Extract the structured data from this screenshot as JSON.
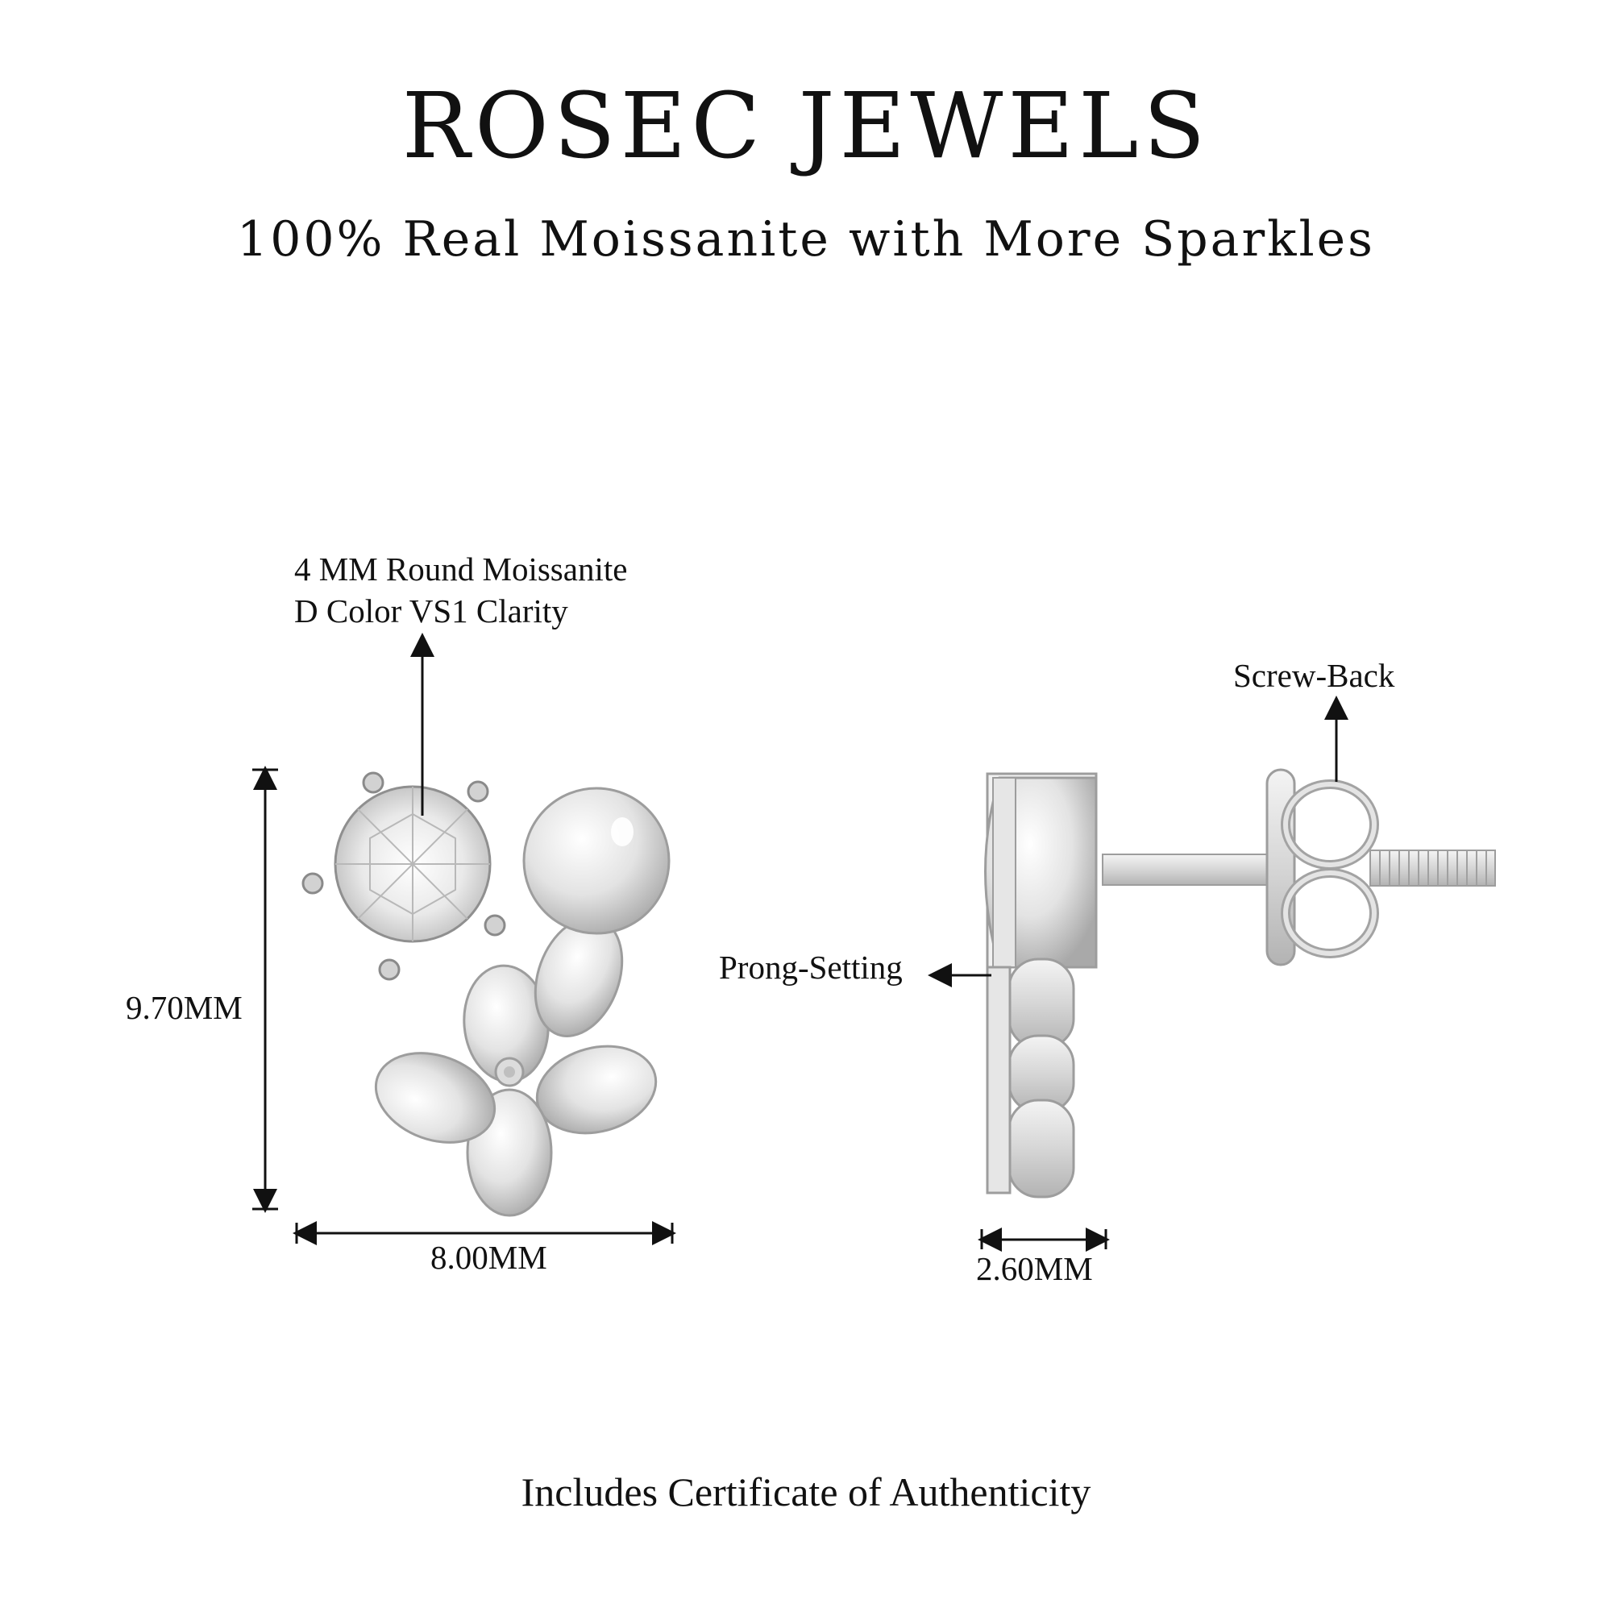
{
  "header": {
    "brand": "ROSEC JEWELS",
    "tagline": "100% Real Moissanite with More Sparkles"
  },
  "callouts": {
    "stone_line1": "4 MM Round Moissanite",
    "stone_line2": "D Color VS1 Clarity",
    "screw_back": "Screw-Back",
    "prong_setting": "Prong-Setting"
  },
  "dimensions": {
    "height": "9.70MM",
    "width": "8.00MM",
    "depth": "2.60MM"
  },
  "footer": "Includes Certificate of Authenticity",
  "colors": {
    "metal": "#e4e4e4",
    "metal_dark": "#a8a8a8",
    "line": "#111111"
  }
}
